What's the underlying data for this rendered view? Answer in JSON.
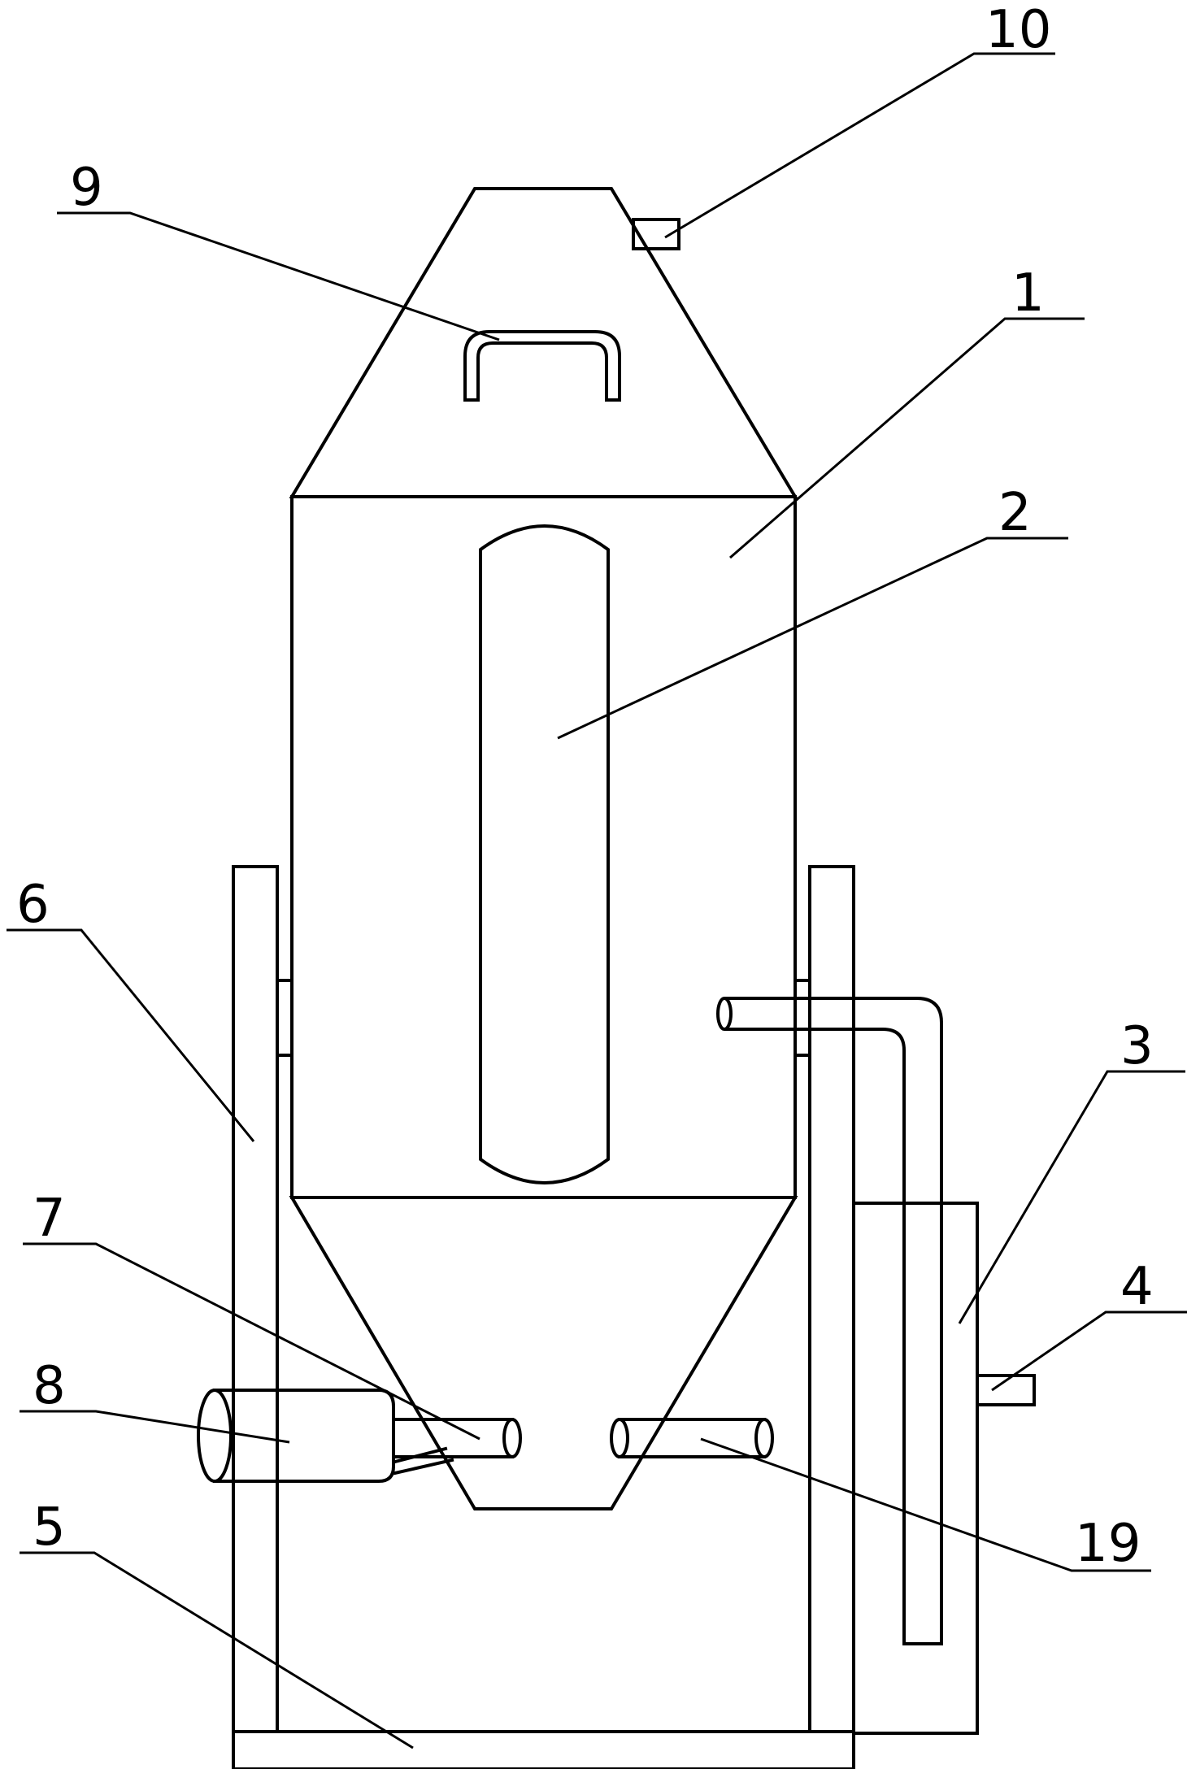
{
  "labels": {
    "l1": "1",
    "l2": "2",
    "l3": "3",
    "l4": "4",
    "l5": "5",
    "l6": "6",
    "l7": "7",
    "l8": "8",
    "l9": "9",
    "l10": "10",
    "l19": "19"
  },
  "colors": {
    "stroke": "#000000",
    "background": "#ffffff"
  }
}
